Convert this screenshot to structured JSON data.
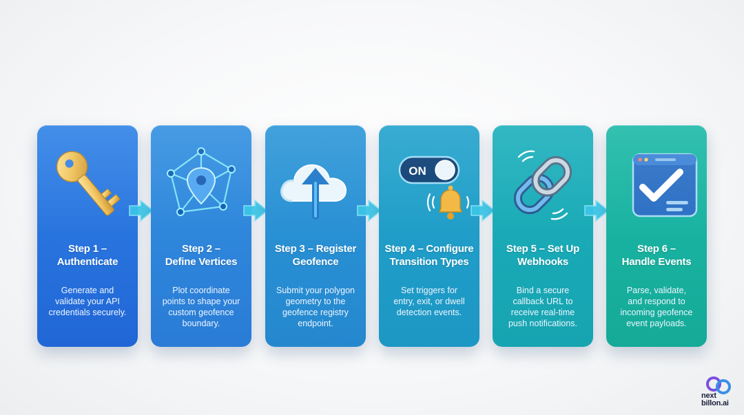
{
  "steps": [
    {
      "title_line1": "Step 1 –",
      "title_line2": "Authenticate",
      "desc_lines": [
        "Generate and",
        "validate your API",
        "credentials securely."
      ],
      "icon": "key-icon",
      "color_top": "#2f82e6",
      "color_bottom": "#2166d6"
    },
    {
      "title_line1": "Step 2 –",
      "title_line2": "Define Vertices",
      "desc_lines": [
        "Plot coordinate",
        "points to shape your",
        "custom geofence",
        "boundary."
      ],
      "icon": "polygon-location-icon",
      "color_top": "#3290e0",
      "color_bottom": "#2a7cd6"
    },
    {
      "title_line1": "Step 3 – Register",
      "title_line2": "Geofence",
      "desc_lines": [
        "Submit your polygon",
        "geometry to the",
        "geofence registry",
        "endpoint."
      ],
      "icon": "cloud-upload-icon",
      "color_top": "#2c97d8",
      "color_bottom": "#2588cf"
    },
    {
      "title_line1": "Step 4 – Configure",
      "title_line2": "Transition Types",
      "desc_lines": [
        "Set triggers for",
        "entry, exit, or dwell",
        "detection events."
      ],
      "icon": "toggle-bell-icon",
      "toggle_label": "ON",
      "color_top": "#22a3cc",
      "color_bottom": "#1d97c4"
    },
    {
      "title_line1": "Step 5 – Set Up",
      "title_line2": "Webhooks",
      "desc_lines": [
        "Bind a secure",
        "callback URL to",
        "receive real-time",
        "push notifications."
      ],
      "icon": "chain-link-icon",
      "color_top": "#1bb0bc",
      "color_bottom": "#17a4b1"
    },
    {
      "title_line1": "Step 6 –",
      "title_line2": "Handle Events",
      "desc_lines": [
        "Parse, validate,",
        "and respond to",
        "incoming geofence",
        "event payloads."
      ],
      "icon": "checklist-window-icon",
      "color_top": "#1cb9a7",
      "color_bottom": "#15aa98"
    }
  ],
  "arrow_icon": "chevron-arrow-icon",
  "logo": {
    "line1": "next",
    "line2": "billon.ai",
    "accent": "#7a4fe0"
  }
}
